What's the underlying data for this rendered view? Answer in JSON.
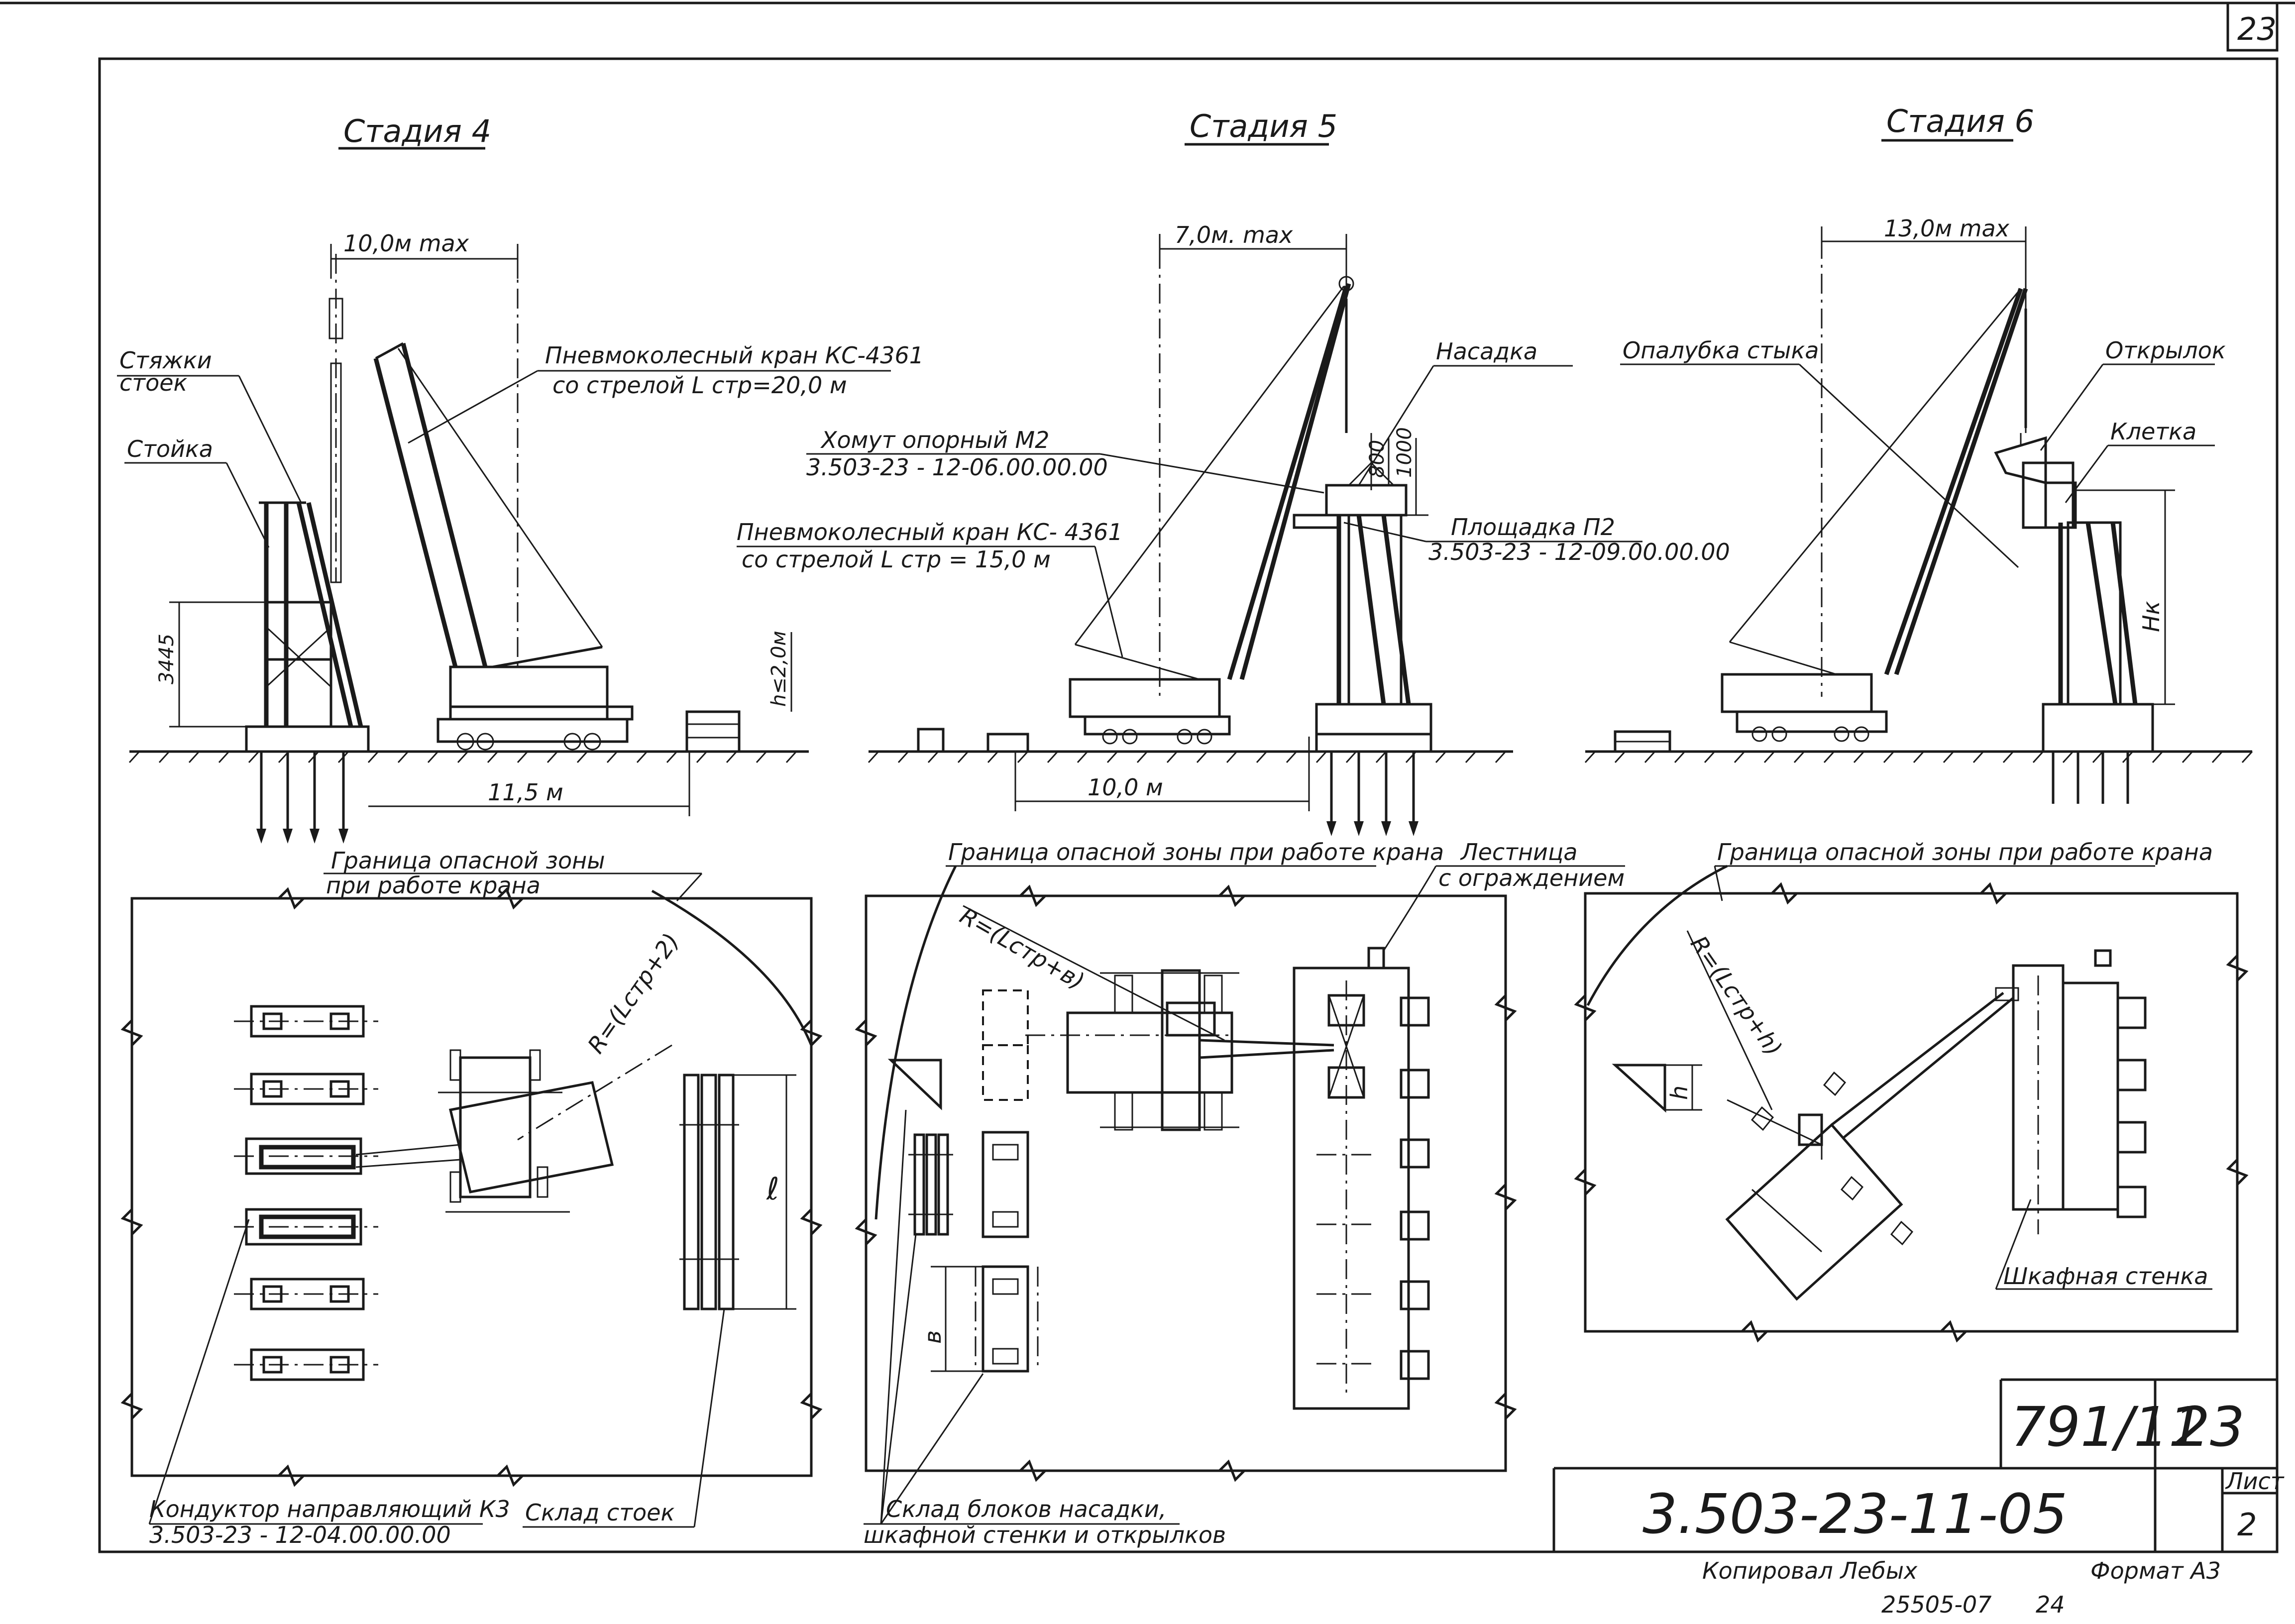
{
  "sheet": {
    "corner_sheet_no": "23",
    "drawing_code": "3.503-23-11-05",
    "project_no": "791/11",
    "project_sheet": "23",
    "list_label": "Лист",
    "list_no": "2",
    "copied_by": "Копировал  Лебых",
    "format_label": "Формат А3",
    "stamp_code": "25505-07",
    "stamp_no": "24"
  },
  "stage4": {
    "title": "Стадия 4",
    "boom_reach": "10,0м max",
    "ties_label_1": "Стяжки",
    "ties_label_2": "стоек",
    "post_label": "Стойка",
    "crane_label_1": "Пневмоколесный кран КС-4361",
    "crane_label_2": "со стрелой L стр=20,0 м",
    "height_dim": "3445",
    "stack_dim": "h≤2,0м",
    "ground_dim": "11,5 м",
    "danger_zone_1": "Граница опасной  зоны",
    "danger_zone_2": "при работе  крана",
    "radius": "R=(Lстр+2)",
    "bay_dim": "ℓ",
    "conductor_1": "Кондуктор направляющий К3",
    "conductor_2": "3.503-23 - 12-04.00.00.00",
    "store_label": "Склад стоек"
  },
  "stage5": {
    "title": "Стадия 5",
    "boom_reach": "7,0м. max",
    "cap_label": "Насадка",
    "clamp_label_1": "Хомут опорный  М2",
    "clamp_label_2": "3.503-23 - 12-06.00.00.00",
    "dim_800": "800",
    "dim_1000": "1000",
    "crane_label_1": "Пневмоколесный кран КС- 4361",
    "crane_label_2": "со стрелой  L стр = 15,0 м",
    "platform_1": "Площадка  П2",
    "platform_2": "3.503-23 - 12-09.00.00.00",
    "ground_dim": "10,0 м",
    "danger_zone": "Граница опасной зоны при работе крана",
    "ladder_1": "Лестница",
    "ladder_2": "с ограждением",
    "radius": "R=(Lстр+в)",
    "bay_dim": "в",
    "store_1": "Склад блоков  насадки,",
    "store_2": "шкафной стенки и открылков"
  },
  "stage6": {
    "title": "Стадия 6",
    "boom_reach": "13,0м max",
    "formwork_label": "Опалубка стыка",
    "wing_label": "Открылок",
    "cage_label": "Клетка",
    "height_label": "Нк",
    "danger_zone": "Граница опасной зоны при работе  крана",
    "radius": "R=(Lстр+h)",
    "bay_dim": "h",
    "backwall_label": "Шкафная  стенка"
  }
}
